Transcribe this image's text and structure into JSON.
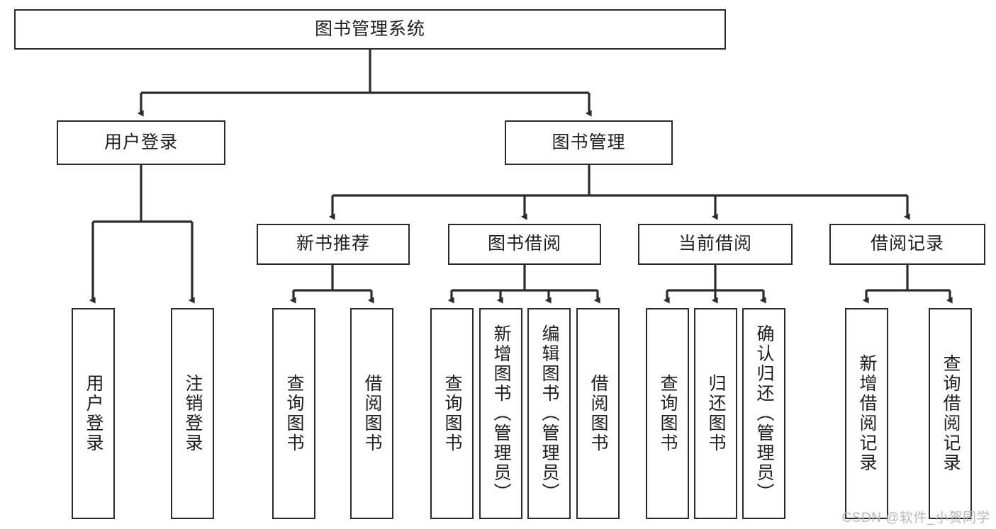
{
  "diagram": {
    "title": "图书管理系统",
    "type": "hierarchy-tree",
    "style": {
      "box_border_color": "#2b2b2b",
      "box_fill_color": "#ffffff",
      "line_color": "#2b2b2b",
      "text_color": "#1d1d1d",
      "background": "#ffffff"
    },
    "levels": {
      "root": {
        "label": "图书管理系统"
      },
      "level2": [
        {
          "label": "用户登录"
        },
        {
          "label": "图书管理"
        }
      ],
      "level3": [
        {
          "label": "新书推荐"
        },
        {
          "label": "图书借阅"
        },
        {
          "label": "当前借阅"
        },
        {
          "label": "借阅记录"
        }
      ],
      "leaves": {
        "user_login": [
          {
            "label": "用户登录"
          },
          {
            "label": "注销登录"
          }
        ],
        "new_book_rec": [
          {
            "label": "查询图书"
          },
          {
            "label": "借阅图书"
          }
        ],
        "book_borrow": [
          {
            "label": "查询图书"
          },
          {
            "label": "新增图书（管理员）"
          },
          {
            "label": "编辑图书（管理员）"
          },
          {
            "label": "借阅图书"
          }
        ],
        "current_borrow": [
          {
            "label": "查询图书"
          },
          {
            "label": "归还图书"
          },
          {
            "label": "确认归还（管理员）"
          }
        ],
        "borrow_record": [
          {
            "label": "新增借阅记录"
          },
          {
            "label": "查询借阅记录"
          }
        ]
      }
    }
  },
  "watermark": {
    "text": "CSDN @软件_小贺同学"
  }
}
